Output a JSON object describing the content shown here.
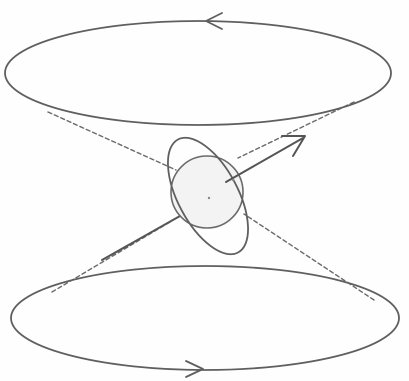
{
  "figure": {
    "kind": "line-drawing",
    "description_free": true,
    "elements": [
      "upper-loop",
      "lower-loop",
      "central-sphere",
      "equatorial-ring",
      "spin-axis-arrow",
      "cone-guide-lines"
    ],
    "arrow_directions": {
      "upper_loop": "left",
      "lower_loop": "right",
      "spin_axis": "up-right"
    },
    "colors": {
      "ink": "#5f5f5f",
      "sphere_fill": "#f3f3f3",
      "background": "#fefefe"
    }
  }
}
